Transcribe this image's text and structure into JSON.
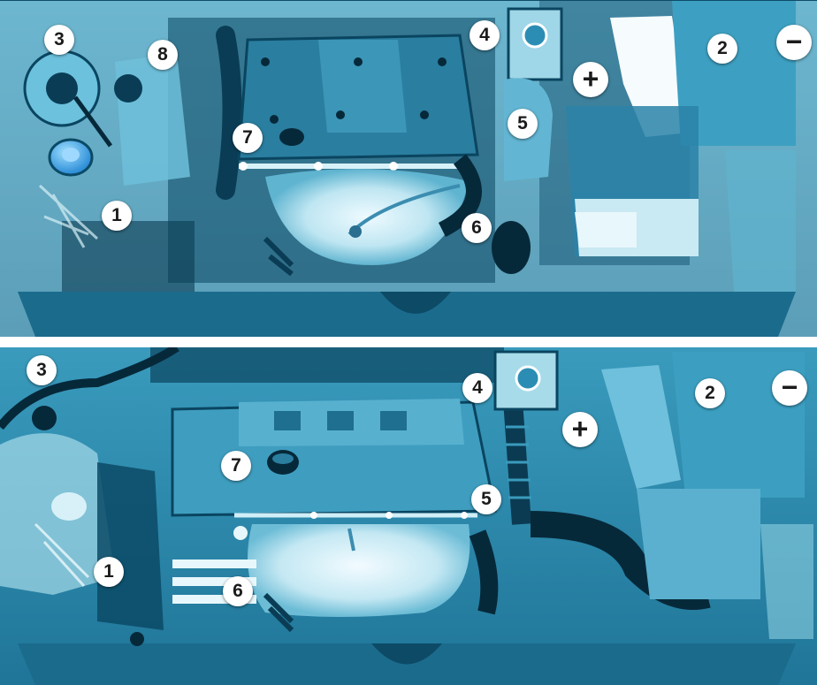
{
  "top_view": {
    "labels": {
      "l1": "1",
      "l2": "2",
      "l3": "3",
      "l4": "4",
      "l5": "5",
      "l6": "6",
      "l7": "7",
      "l8": "8",
      "plus": "+",
      "minus": "−"
    }
  },
  "bottom_view": {
    "labels": {
      "l1": "1",
      "l2": "2",
      "l3": "3",
      "l4": "4",
      "l5": "5",
      "l6": "6",
      "l7": "7",
      "plus": "+",
      "minus": "−"
    }
  },
  "colors": {
    "background": "#ffffff",
    "engine_bay": "#2d8cae",
    "dark": "#07364a",
    "light": "#8fd0e4",
    "highlight": "#d8f1f8",
    "reservoir_cap": "#3fa0e8"
  }
}
